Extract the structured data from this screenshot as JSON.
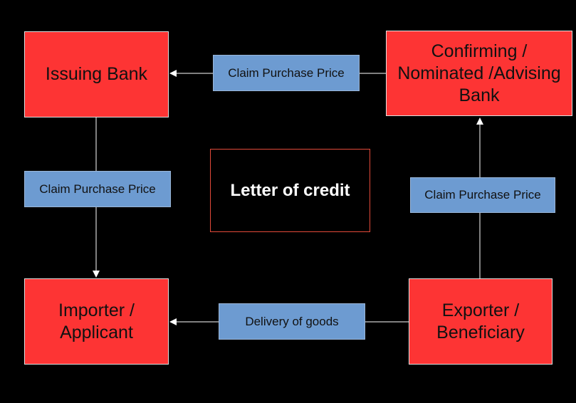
{
  "diagram": {
    "nodes": {
      "issuing_bank": "Issuing Bank",
      "confirming_bank": "Confirming /\nNominated /Advising\nBank",
      "importer": "Importer /\nApplicant",
      "exporter": "Exporter /\nBeneficiary"
    },
    "center": "Letter of credit",
    "edge_labels": {
      "top": "Claim Purchase Price",
      "left": "Claim Purchase Price",
      "right": "Claim Purchase Price",
      "bottom": "Delivery of goods"
    },
    "colors": {
      "background": "#000000",
      "node_fill": "#fd3434",
      "label_fill": "#6d9bd1",
      "center_border": "#e34a3a",
      "connector": "#ffffff"
    }
  }
}
